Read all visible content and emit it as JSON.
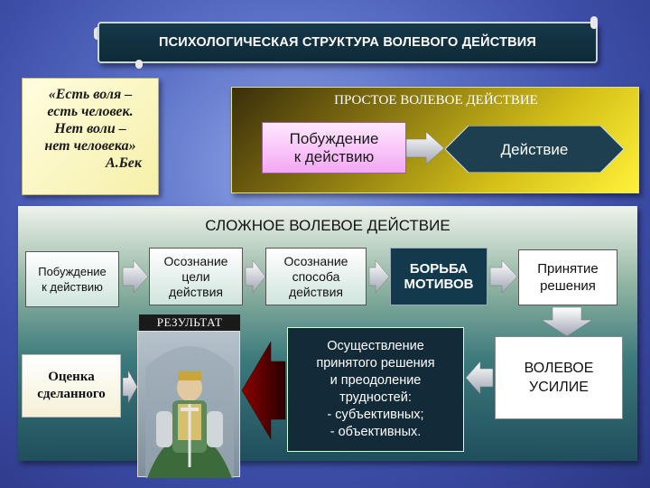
{
  "header": {
    "title": "ПСИХОЛОГИЧЕСКАЯ СТРУКТУРА ВОЛЕВОГО ДЕЙСТВИЯ"
  },
  "quote": {
    "lines": [
      "«Есть воля –",
      "есть человек.",
      "Нет воли –",
      "нет человека»"
    ],
    "author": "А.Бек"
  },
  "simple": {
    "title": "ПРОСТОЕ ВОЛЕВОЕ ДЕЙСТВИЕ",
    "motive_line1": "Побуждение",
    "motive_line2": "к действию",
    "action": "Действие"
  },
  "complex": {
    "title": "СЛОЖНОЕ ВОЛЕВОЕ ДЕЙСТВИЕ",
    "steps": [
      {
        "line1": "Побуждение",
        "line2": "к действию"
      },
      {
        "line1": "Осознание",
        "line2": "цели",
        "line3": "действия"
      },
      {
        "line1": "Осознание",
        "line2": "способа",
        "line3": "действия"
      },
      {
        "line1": "БОРЬБА",
        "line2": "МОТИВОВ"
      },
      {
        "line1": "Принятие",
        "line2": "решения"
      }
    ],
    "effort": {
      "line1": "ВОЛЕВОЕ",
      "line2": "УСИЛИЕ"
    },
    "execution": [
      "Осуществление",
      "принятого решения",
      "и преодоление",
      "трудностей:",
      "- субъективных;",
      "- объективных."
    ],
    "result_label": "РЕЗУЛЬТАТ",
    "evaluation": {
      "line1": "Оценка",
      "line2": "сделанного"
    }
  },
  "colors": {
    "arrow_gradient_start": "#ffffff",
    "arrow_gradient_end": "#9fa5b2",
    "action_hex": "#1e3f4f",
    "red_arrow": "#6e0000"
  }
}
